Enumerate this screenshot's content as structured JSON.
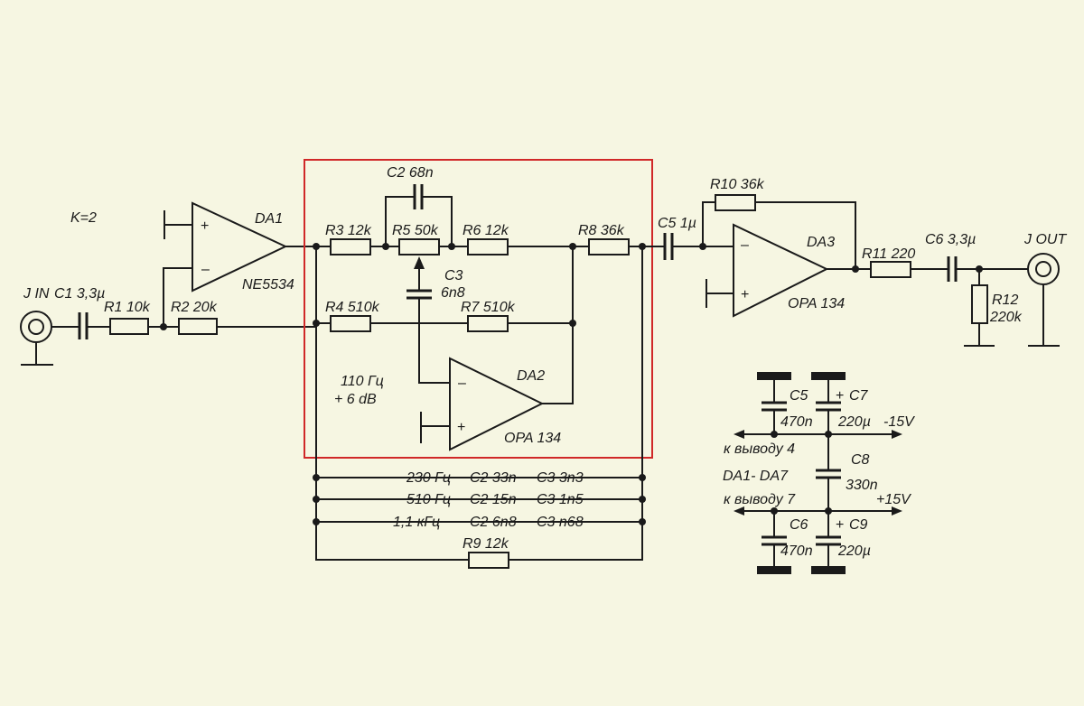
{
  "gain_note": "K=2",
  "input_label": "J IN",
  "output_label": "J OUT",
  "ics": {
    "da1": {
      "name": "DA1",
      "type": "NE5534"
    },
    "da2": {
      "name": "DA2",
      "type": "OPA 134"
    },
    "da3": {
      "name": "DA3",
      "type": "OPA 134"
    }
  },
  "parts": {
    "c1": "C1 3,3µ",
    "r1": "R1 10k",
    "r2": "R2 20k",
    "c2": "C2 68n",
    "r3": "R3 12k",
    "r5": "R5 50k",
    "r6": "R6 12k",
    "r8": "R8 36k",
    "c3_name": "C3",
    "c3_value": "6n8",
    "r4": "R4 510k",
    "r7": "R7 510k",
    "c5": "C5 1µ",
    "r10": "R10 36k",
    "r11": "R11 220",
    "c6_out": "C6 3,3µ",
    "r12_name": "R12",
    "r12_value": "220k",
    "r9": "R9 12k"
  },
  "block_note": {
    "freq": "110 Гц",
    "gain": "+ 6 dB"
  },
  "variants": [
    {
      "freq": "230 Гц",
      "c2": "C2 33n",
      "c3": "C3 3n3"
    },
    {
      "freq": "510 Гц",
      "c2": "C2 15n",
      "c3": "C3 1n5"
    },
    {
      "freq": "1,1 кГц",
      "c2": "C2 6n8",
      "c3": "C3 n68"
    }
  ],
  "power": {
    "c5_name": "C5",
    "c5_value": "470n",
    "c7_name": "C7",
    "c7_value": "220µ",
    "neg_voltage": "-15V",
    "pin4_label": "к выводу 4",
    "c8_name": "C8",
    "c8_value": "330n",
    "ic_range": "DA1- DA7",
    "pin7_label": "к выводу 7",
    "pos_voltage": "+15V",
    "c6_name": "C6",
    "c6_value": "470n",
    "c9_name": "C9",
    "c9_value": "220µ"
  },
  "pin_signs": {
    "plus": "+",
    "minus": "–"
  },
  "colors": {
    "background": "#f6f6e2",
    "line": "#1a1a1a",
    "frame": "#d02828"
  }
}
